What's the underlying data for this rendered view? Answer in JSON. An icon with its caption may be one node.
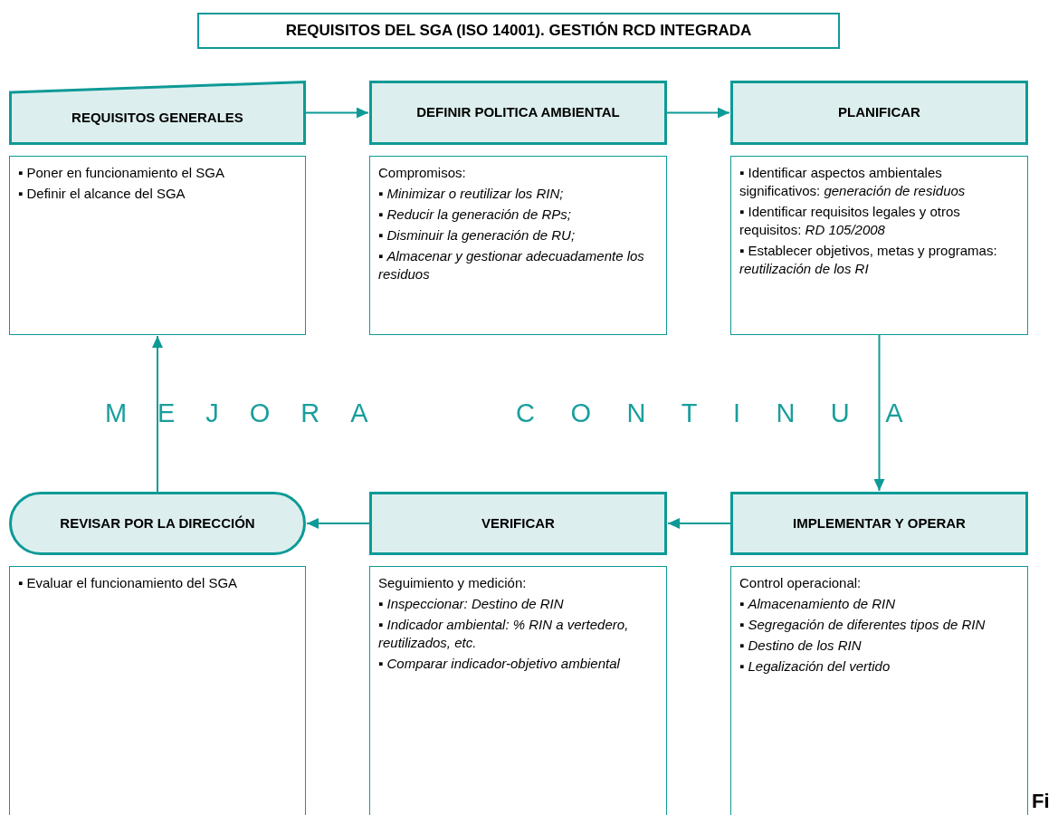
{
  "diagram": {
    "title": "REQUISITOS DEL SGA (ISO 14001). GESTIÓN RCD INTEGRADA",
    "nodes": [
      {
        "text": [
          "REQUISITOS GENERALES"
        ]
      },
      {
        "text": [
          "▪ Poner en funcionamiento el SGA",
          "▪ Definir el alcance del SGA"
        ]
      },
      {
        "text": [
          "DEFINIR POLITICA AMBIENTAL"
        ]
      },
      {
        "text": [
          "Compromisos:",
          "▪ *Minimizar o reutilizar los RIN;*",
          "▪ *Reducir la generación de RPs;*",
          "▪ *Disminuir la generación de RU;*",
          "▪ *Almacenar y gestionar adecuadamente los residuos*"
        ]
      },
      {
        "text": [
          "PLANIFICAR"
        ]
      },
      {
        "text": [
          "▪ Identificar aspectos ambientales significativos: *generación de residuos*",
          "▪ Identificar requisitos legales y otros requisitos: *RD 105/2008*",
          "▪ Establecer objetivos, metas y programas: *reutilización de los RI*"
        ]
      },
      {
        "text": [
          "REVISAR POR LA DIRECCIÓN"
        ]
      },
      {
        "text": [
          "▪ Evaluar el funcionamiento del SGA"
        ]
      },
      {
        "text": [
          "VERIFICAR"
        ]
      },
      {
        "text": [
          "Seguimiento y medición:",
          "▪ *Inspeccionar: Destino de RIN*",
          "▪ *Indicador ambiental: % RIN a vertedero, reutilizados, etc.*",
          "▪ *Comparar indicador-objetivo ambiental*"
        ]
      },
      {
        "text": [
          "IMPLEMENTAR Y OPERAR"
        ]
      },
      {
        "text": [
          "Control operacional:",
          "▪ *Almacenamiento de RIN*",
          "▪ *Segregación de diferentes tipos de RIN*",
          "▪ *Destino de los RIN*",
          "▪ *Legalización del vertido*"
        ]
      }
    ],
    "edges": [
      {
        "from": 0,
        "to": 2,
        "arrow": "to"
      },
      {
        "from": 2,
        "to": 4,
        "arrow": "to"
      },
      {
        "from": 5,
        "to": 10,
        "arrow": "to"
      },
      {
        "from": 10,
        "to": 8,
        "arrow": "to"
      },
      {
        "from": 8,
        "to": 6,
        "arrow": "to"
      },
      {
        "from": 6,
        "to": 1,
        "arrow": "to"
      }
    ],
    "labels": [
      "MEJORA",
      "CONTINUA",
      "Fi"
    ]
  }
}
